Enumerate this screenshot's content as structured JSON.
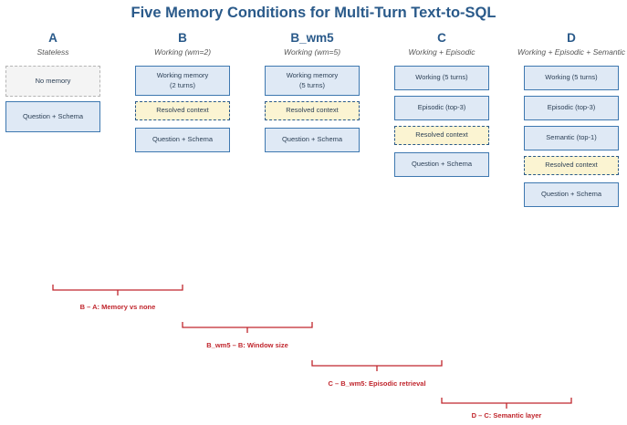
{
  "title": "Five Memory Conditions for Multi-Turn Text-to-SQL",
  "columns": [
    {
      "letter": "A",
      "subtitle": "Stateless",
      "boxes": [
        {
          "label": "No memory",
          "kind": "none"
        },
        {
          "label": "Question + Schema",
          "kind": "mem"
        }
      ]
    },
    {
      "letter": "B",
      "subtitle": "Working (wm=2)",
      "boxes": [
        {
          "label": "Working memory\n(2 turns)",
          "kind": "mem"
        },
        {
          "label": "Resolved context",
          "kind": "ctx"
        },
        {
          "label": "Question + Schema",
          "kind": "mem"
        }
      ]
    },
    {
      "letter": "B_wm5",
      "subtitle": "Working (wm=5)",
      "boxes": [
        {
          "label": "Working memory\n(5 turns)",
          "kind": "mem"
        },
        {
          "label": "Resolved context",
          "kind": "ctx"
        },
        {
          "label": "Question + Schema",
          "kind": "mem"
        }
      ]
    },
    {
      "letter": "C",
      "subtitle": "Working + Episodic",
      "boxes": [
        {
          "label": "Working (5 turns)",
          "kind": "mem"
        },
        {
          "label": "Episodic (top-3)",
          "kind": "mem"
        },
        {
          "label": "Resolved context",
          "kind": "ctx"
        },
        {
          "label": "Question + Schema",
          "kind": "mem"
        }
      ]
    },
    {
      "letter": "D",
      "subtitle": "Working + Episodic + Semantic",
      "boxes": [
        {
          "label": "Working (5 turns)",
          "kind": "mem"
        },
        {
          "label": "Episodic (top-3)",
          "kind": "mem"
        },
        {
          "label": "Semantic (top-1)",
          "kind": "mem"
        },
        {
          "label": "Resolved context",
          "kind": "ctx"
        },
        {
          "label": "Question + Schema",
          "kind": "mem"
        }
      ]
    }
  ],
  "comparisons": [
    {
      "label": "B – A: Memory vs none"
    },
    {
      "label": "B_wm5 – B: Window size"
    },
    {
      "label": "C – B_wm5: Episodic retrieval"
    },
    {
      "label": "D – C: Semantic layer"
    }
  ],
  "colors": {
    "title": "#2a5a8a",
    "box_fill": "#dfe9f5",
    "box_border": "#3e78b0",
    "context_fill": "#fbf4d2",
    "bracket": "#c0262d"
  }
}
